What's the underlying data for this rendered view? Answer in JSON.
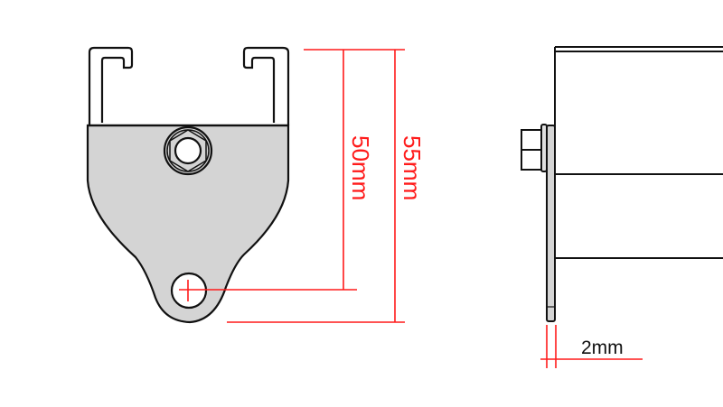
{
  "dimensions": {
    "inner_height": "50mm",
    "outer_height": "55mm",
    "thickness": "2mm"
  },
  "colors": {
    "dimension_line": "#ff1a1a",
    "plate_fill": "#d4d4d4",
    "outline": "#111111"
  }
}
